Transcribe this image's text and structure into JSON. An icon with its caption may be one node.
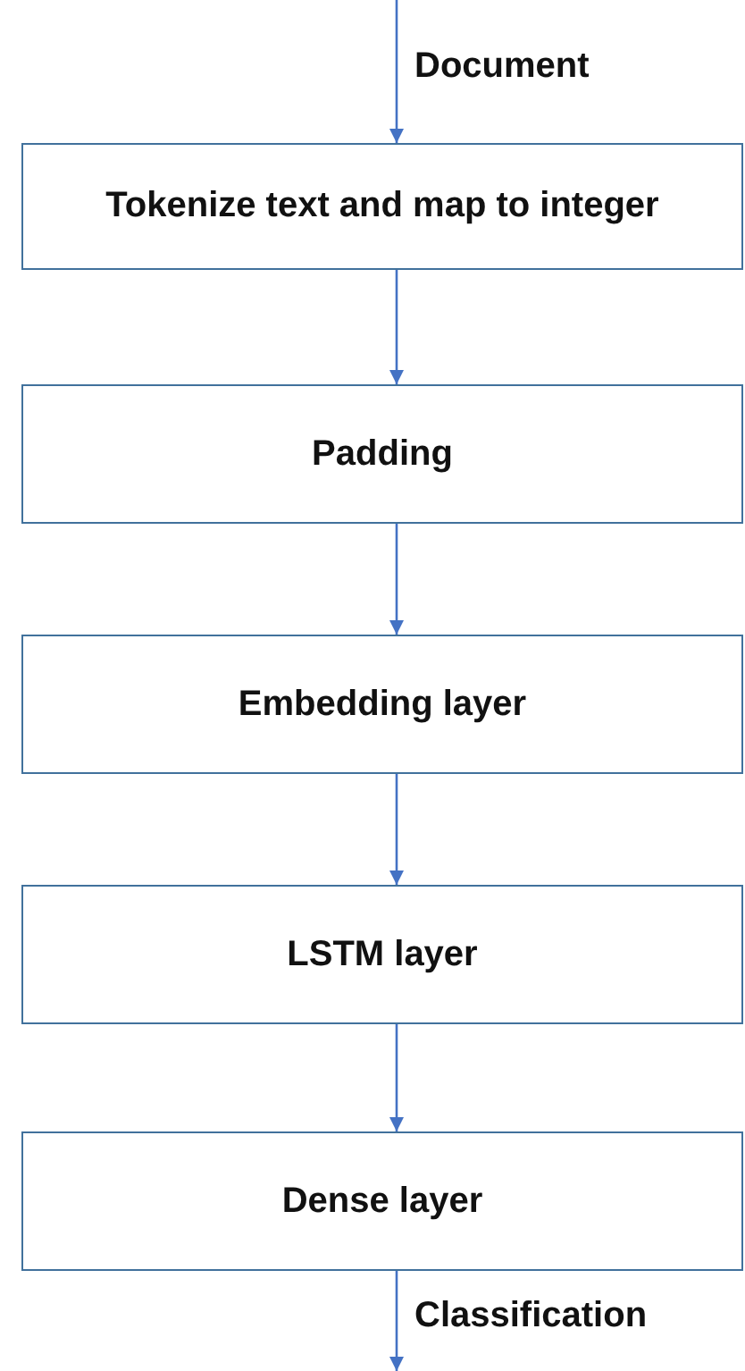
{
  "diagram": {
    "nodes": [
      {
        "text": [
          "Tokenize text and map to integer"
        ]
      },
      {
        "text": [
          "Padding"
        ]
      },
      {
        "text": [
          "Embedding layer"
        ]
      },
      {
        "text": [
          "LSTM layer"
        ]
      },
      {
        "text": [
          "Dense layer"
        ]
      }
    ],
    "edges": [
      {
        "from": null,
        "to": 0,
        "arrow": "to",
        "label": "Document"
      },
      {
        "from": 0,
        "to": 1,
        "arrow": "to"
      },
      {
        "from": 1,
        "to": 2,
        "arrow": "to"
      },
      {
        "from": 2,
        "to": 3,
        "arrow": "to"
      },
      {
        "from": 3,
        "to": 4,
        "arrow": "to"
      },
      {
        "from": 4,
        "to": null,
        "arrow": "to",
        "label": "Classification"
      }
    ]
  }
}
